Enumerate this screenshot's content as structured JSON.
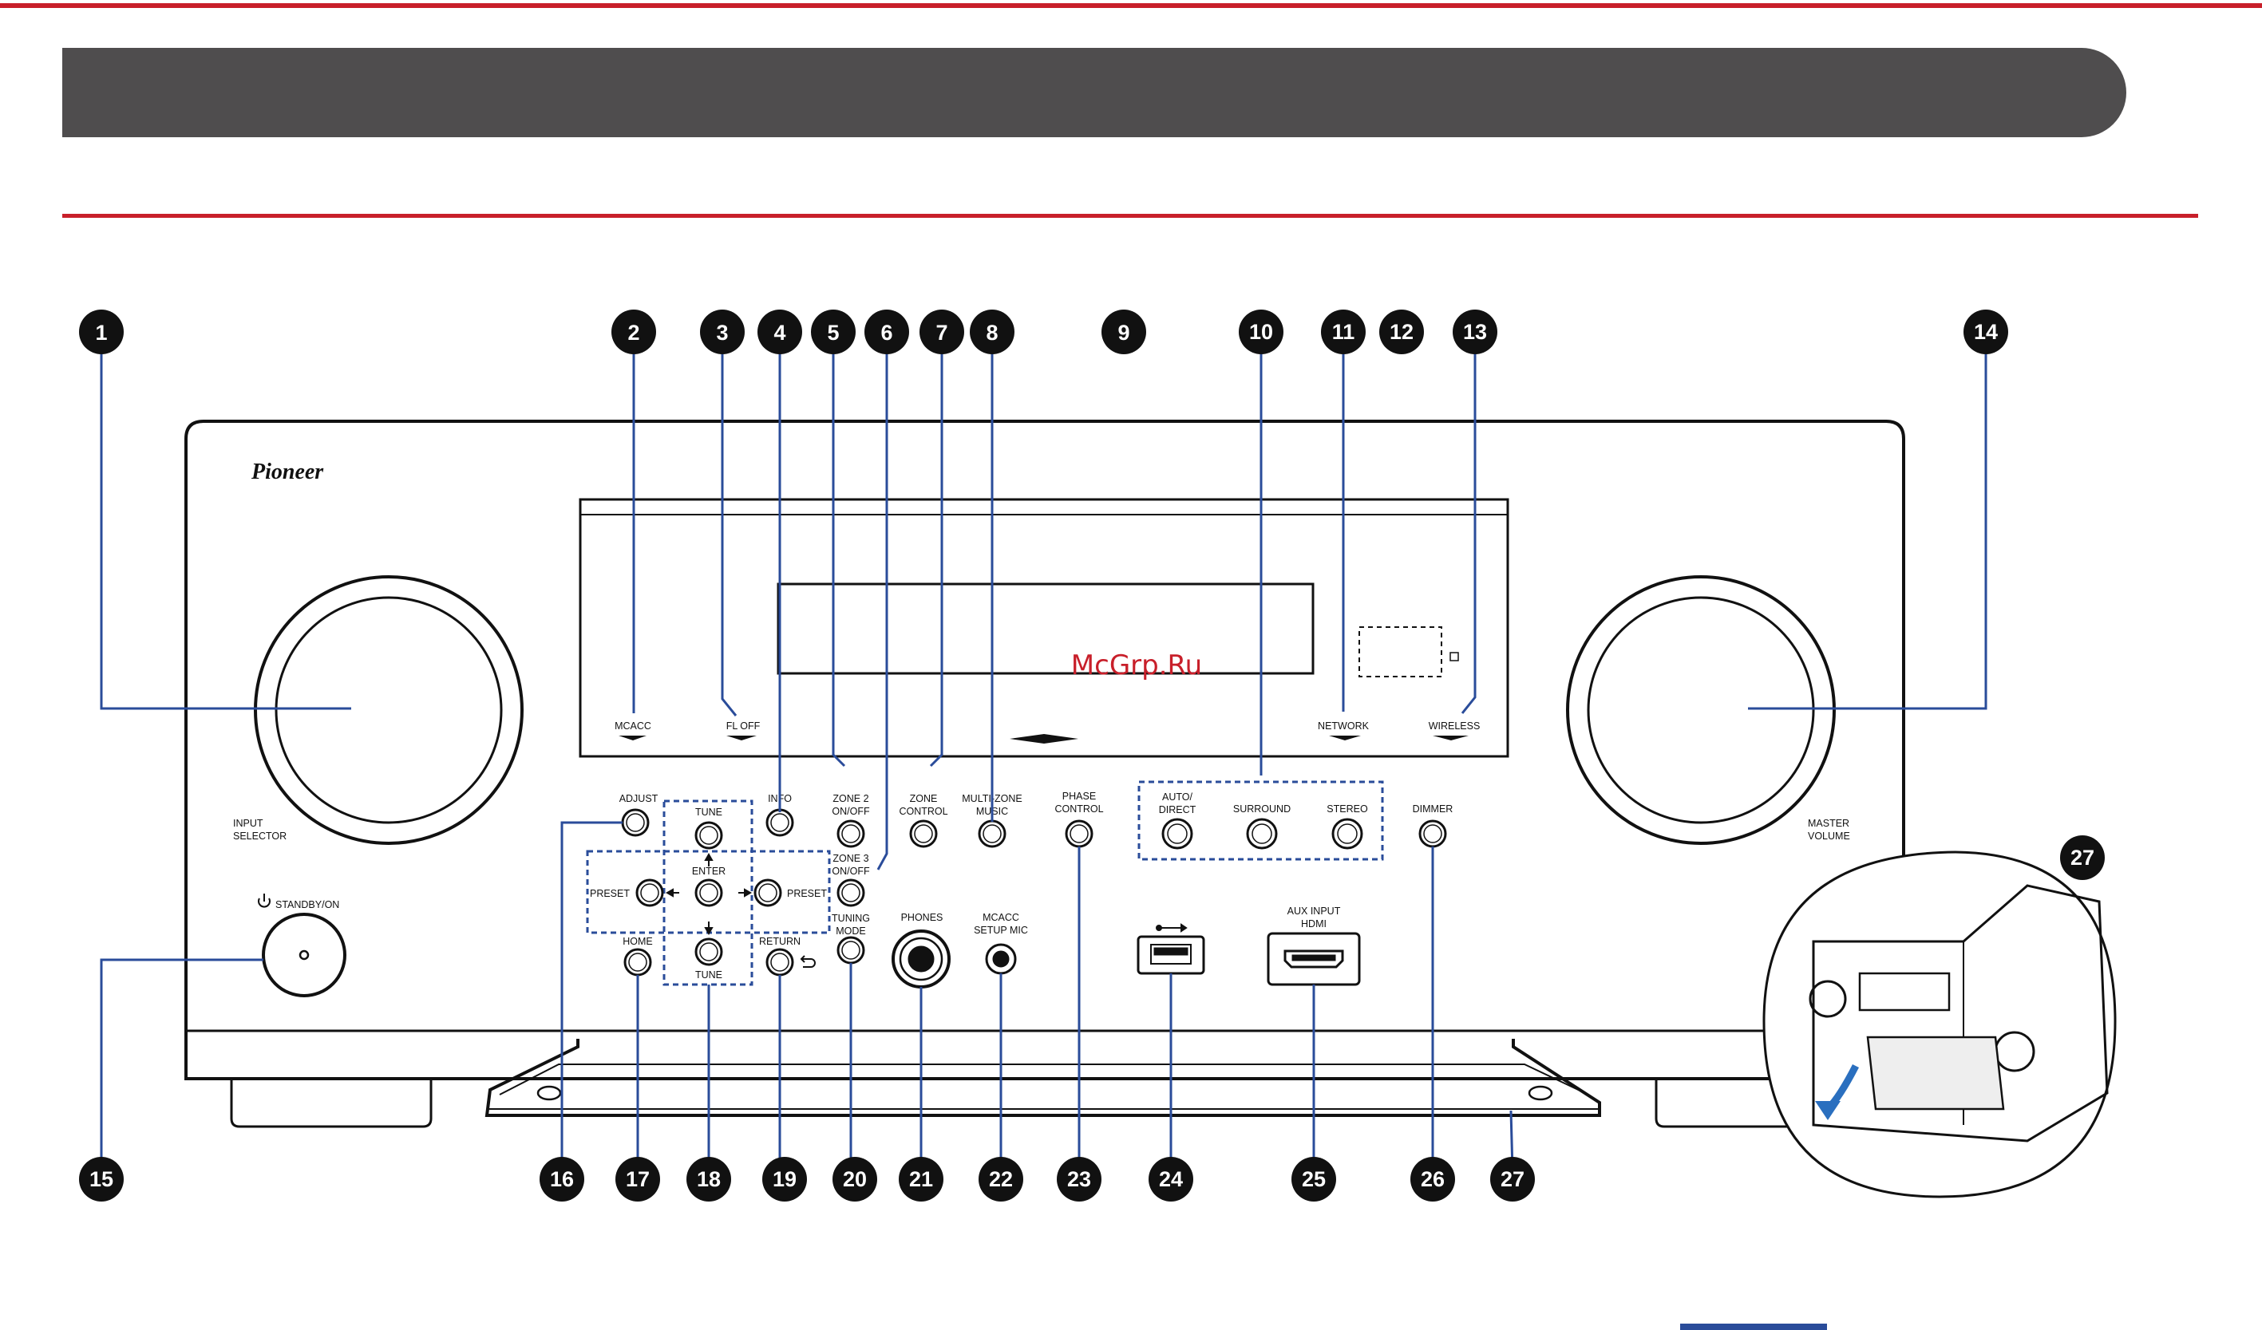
{
  "colors": {
    "accent": "#c81f2a",
    "header_bar": "#4f4d4e",
    "leader": "#2a4c9a",
    "callout": "#111111"
  },
  "brand": "Pioneer",
  "watermark": "McGrp.Ru",
  "panel_labels": {
    "mcacc": "MCACC",
    "fl_off": "FL OFF",
    "network": "NETWORK",
    "wireless": "WIRELESS",
    "input_selector_1": "INPUT",
    "input_selector_2": "SELECTOR",
    "master_volume_1": "MASTER",
    "master_volume_2": "VOLUME",
    "standby": "STANDBY/ON",
    "adjust": "ADJUST",
    "info": "INFO",
    "zone2_1": "ZONE 2",
    "zone2_2": "ON/OFF",
    "zone3_1": "ZONE 3",
    "zone3_2": "ON/OFF",
    "zone_control_1": "ZONE",
    "zone_control_2": "CONTROL",
    "multizone_1": "MULTI-ZONE",
    "multizone_2": "MUSIC",
    "phase_1": "PHASE",
    "phase_2": "CONTROL",
    "auto_1": "AUTO/",
    "auto_2": "DIRECT",
    "surround": "SURROUND",
    "stereo": "STEREO",
    "dimmer": "DIMMER",
    "tune": "TUNE",
    "enter": "ENTER",
    "preset": "PRESET",
    "home": "HOME",
    "return": "RETURN",
    "tuning_1": "TUNING",
    "tuning_2": "MODE",
    "phones": "PHONES",
    "mcacc_mic_1": "MCACC",
    "mcacc_mic_2": "SETUP MIC",
    "aux_1": "AUX INPUT",
    "aux_2": "HDMI"
  },
  "callouts": [
    "1",
    "2",
    "3",
    "4",
    "5",
    "6",
    "7",
    "8",
    "9",
    "10",
    "11",
    "12",
    "13",
    "14",
    "15",
    "16",
    "17",
    "18",
    "19",
    "20",
    "21",
    "22",
    "23",
    "24",
    "25",
    "26",
    "27"
  ]
}
